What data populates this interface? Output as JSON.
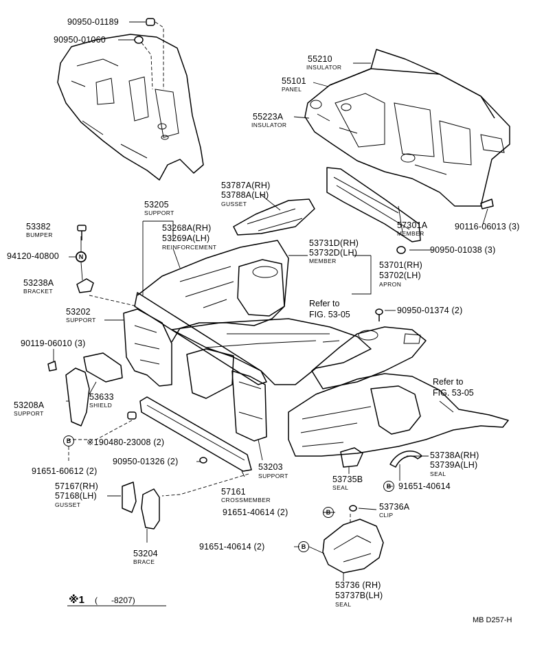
{
  "title": "",
  "diagram_code": "MB D257-H",
  "footnote": {
    "mark": "※1",
    "range": "(      -8207)"
  },
  "callouts": [
    {
      "id": "c1",
      "part": "90950-01189",
      "name": ""
    },
    {
      "id": "c2",
      "part": "90950-01060",
      "name": ""
    },
    {
      "id": "c3",
      "part": "55210",
      "name": "INSULATOR"
    },
    {
      "id": "c4",
      "part": "55101",
      "name": "PANEL"
    },
    {
      "id": "c5",
      "part": "55223A",
      "name": "INSULATOR"
    },
    {
      "id": "c6",
      "part": "53787A(RH)",
      "part2": "53788A(LH)",
      "name": "GUSSET"
    },
    {
      "id": "c7",
      "part": "53205",
      "name": "SUPPORT"
    },
    {
      "id": "c8",
      "part": "53382",
      "name": "BUMPER"
    },
    {
      "id": "c9",
      "part": "53268A(RH)",
      "part2": "53269A(LH)",
      "name": "REINFORCEMENT"
    },
    {
      "id": "c10",
      "part": "57301A",
      "name": "MEMBER"
    },
    {
      "id": "c11",
      "part": "90116-06013 (3)",
      "name": ""
    },
    {
      "id": "c12",
      "part": "94120-40800",
      "name": ""
    },
    {
      "id": "c13",
      "part": "90950-01038 (3)",
      "name": ""
    },
    {
      "id": "c14",
      "part": "53731D(RH)",
      "part2": "53732D(LH)",
      "name": "MEMBER"
    },
    {
      "id": "c15",
      "part": "53238A",
      "name": "BRACKET"
    },
    {
      "id": "c16",
      "part": "53701(RH)",
      "part2": "53702(LH)",
      "name": "APRON"
    },
    {
      "id": "c17",
      "part": "53202",
      "name": "SUPPORT"
    },
    {
      "id": "c18",
      "part": "90950-01374 (2)",
      "name": ""
    },
    {
      "id": "c19",
      "part": "90119-06010 (3)",
      "name": ""
    },
    {
      "id": "c20",
      "part": "53633",
      "name": "SHIELD"
    },
    {
      "id": "c21",
      "part": "53208A",
      "name": "SUPPORT"
    },
    {
      "id": "c22",
      "part": "※190480-23008 (2)",
      "name": ""
    },
    {
      "id": "c23",
      "part": "90950-01326 (2)",
      "name": ""
    },
    {
      "id": "c24",
      "part": "91651-60612 (2)",
      "name": ""
    },
    {
      "id": "c25",
      "part": "53203",
      "name": "SUPPORT"
    },
    {
      "id": "c26",
      "part": "53738A(RH)",
      "part2": "53739A(LH)",
      "name": "SEAL"
    },
    {
      "id": "c27",
      "part": "53735B",
      "name": "SEAL"
    },
    {
      "id": "c28",
      "part": "91651-40614",
      "name": ""
    },
    {
      "id": "c29",
      "part": "57167(RH)",
      "part2": "57168(LH)",
      "name": "GUSSET"
    },
    {
      "id": "c30",
      "part": "57161",
      "name": "CROSSMEMBER"
    },
    {
      "id": "c31",
      "part": "53736A",
      "name": "CLIP"
    },
    {
      "id": "c32",
      "part": "91651-40614 (2)",
      "name": ""
    },
    {
      "id": "c33",
      "part": "91651-40614 (2)",
      "name": ""
    },
    {
      "id": "c34",
      "part": "53204",
      "name": "BRACE"
    },
    {
      "id": "c35",
      "part": "53736 (RH)",
      "part2": "53737B(LH)",
      "name": "SEAL"
    }
  ],
  "references": [
    {
      "id": "r1",
      "line1": "Refer to",
      "line2": "FIG. 53-05"
    },
    {
      "id": "r2",
      "line1": "Refer to",
      "line2": "FIG. 53-05"
    }
  ],
  "markers": {
    "n": "N",
    "b": "B"
  }
}
